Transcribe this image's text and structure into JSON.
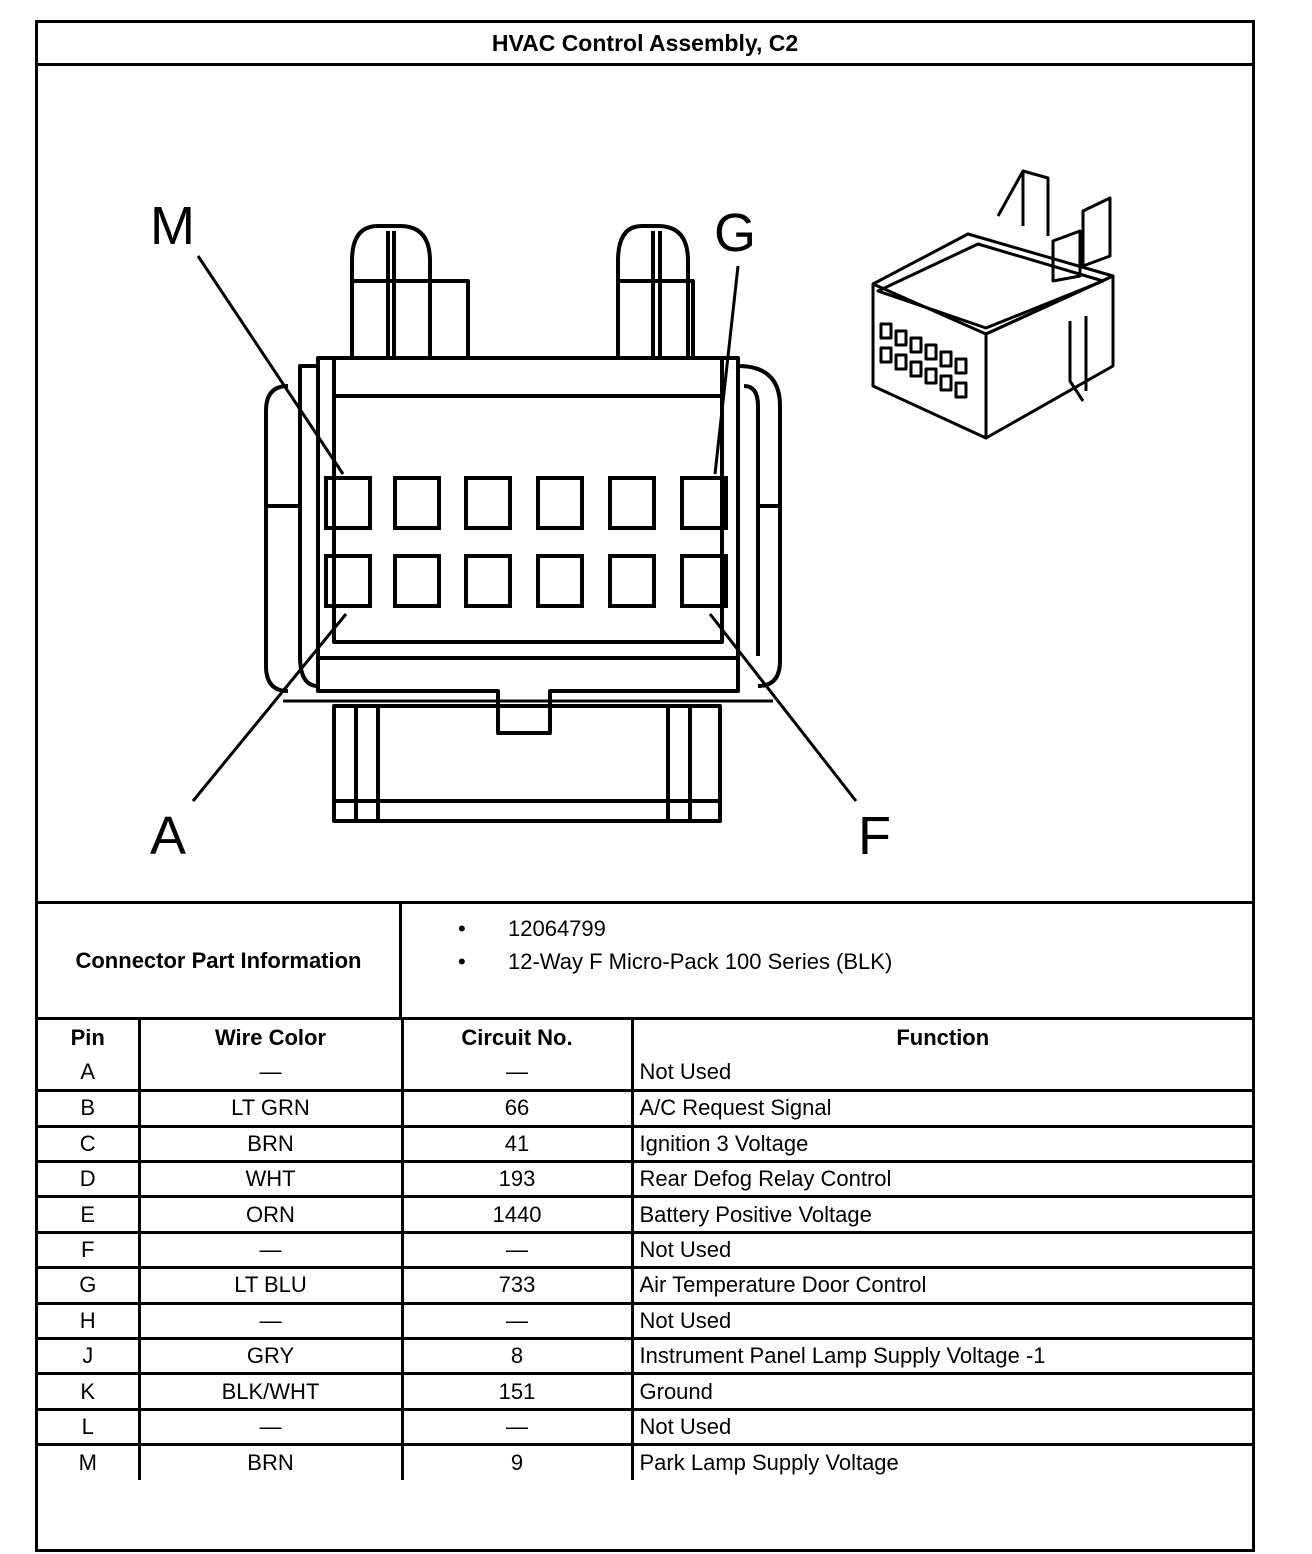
{
  "title": "HVAC Control Assembly, C2",
  "diagram": {
    "pin_labels": {
      "top_left": "M",
      "top_right": "G",
      "bottom_left": "A",
      "bottom_right": "F"
    }
  },
  "connector_info": {
    "label": "Connector Part Information",
    "items": [
      "12064799",
      "12-Way F Micro-Pack 100 Series (BLK)"
    ]
  },
  "table": {
    "headers": [
      "Pin",
      "Wire Color",
      "Circuit No.",
      "Function"
    ],
    "rows": [
      {
        "pin": "A",
        "color": "—",
        "circuit": "—",
        "function": "Not Used"
      },
      {
        "pin": "B",
        "color": "LT GRN",
        "circuit": "66",
        "function": "A/C Request Signal"
      },
      {
        "pin": "C",
        "color": "BRN",
        "circuit": "41",
        "function": "Ignition 3 Voltage"
      },
      {
        "pin": "D",
        "color": "WHT",
        "circuit": "193",
        "function": "Rear Defog Relay Control"
      },
      {
        "pin": "E",
        "color": "ORN",
        "circuit": "1440",
        "function": "Battery Positive Voltage"
      },
      {
        "pin": "F",
        "color": "—",
        "circuit": "—",
        "function": "Not Used"
      },
      {
        "pin": "G",
        "color": "LT BLU",
        "circuit": "733",
        "function": "Air Temperature Door Control"
      },
      {
        "pin": "H",
        "color": "—",
        "circuit": "—",
        "function": "Not Used"
      },
      {
        "pin": "J",
        "color": "GRY",
        "circuit": "8",
        "function": "Instrument Panel Lamp Supply Voltage -1"
      },
      {
        "pin": "K",
        "color": "BLK/WHT",
        "circuit": "151",
        "function": "Ground"
      },
      {
        "pin": "L",
        "color": "—",
        "circuit": "—",
        "function": "Not Used"
      },
      {
        "pin": "M",
        "color": "BRN",
        "circuit": "9",
        "function": "Park Lamp Supply Voltage"
      }
    ]
  }
}
